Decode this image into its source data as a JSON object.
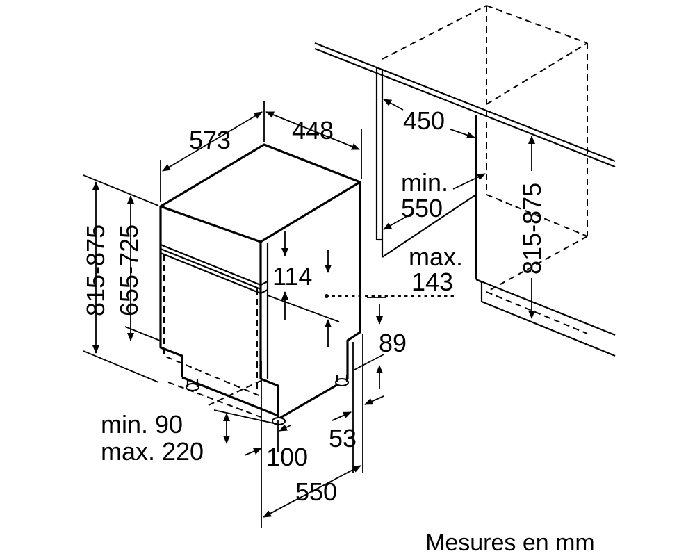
{
  "dimensions": {
    "depth_left": "573",
    "width_top": "448",
    "niche_width": "450",
    "niche_min_label": "min.",
    "niche_min_value": "550",
    "niche_height": "815-875",
    "height_total": "815-875",
    "height_body": "655-725",
    "panel_height": "114",
    "max_label": "max.",
    "max_value": "143",
    "kick_89": "89",
    "kick_53": "53",
    "foot_min": "min. 90",
    "foot_max": "max. 220",
    "foot_100": "100",
    "depth_bottom": "550"
  },
  "caption": "Mesures en mm"
}
